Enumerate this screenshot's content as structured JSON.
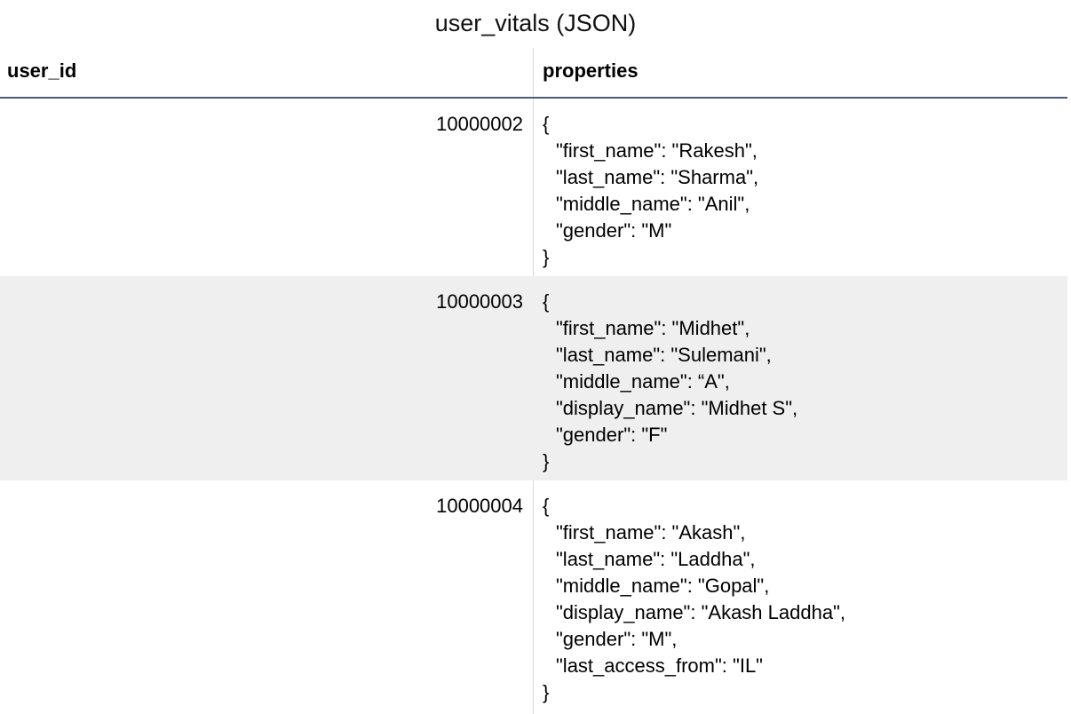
{
  "title": "user_vitals (JSON)",
  "columns": {
    "user_id": "user_id",
    "properties": "properties"
  },
  "rows": [
    {
      "user_id": "10000002",
      "lines": [
        "{",
        "\"first_name\": \"Rakesh\",",
        "\"last_name\": \"Sharma\",",
        "\"middle_name\": \"Anil\",",
        "\"gender\": \"M\"",
        "}"
      ]
    },
    {
      "user_id": "10000003",
      "lines": [
        "{",
        "\"first_name\": \"Midhet\",",
        "\"last_name\": \"Sulemani\",",
        "\"middle_name\": “A\",",
        "\"display_name\": \"Midhet S\",",
        "\"gender\": \"F\"",
        "}"
      ]
    },
    {
      "user_id": "10000004",
      "lines": [
        "{",
        "\"first_name\": \"Akash\",",
        "\"last_name\": \"Laddha\",",
        "\"middle_name\": \"Gopal\",",
        "\"display_name\": \"Akash Laddha\",",
        "\"gender\": \"M\",",
        "\"last_access_from\": \"IL\"",
        "}"
      ]
    }
  ]
}
